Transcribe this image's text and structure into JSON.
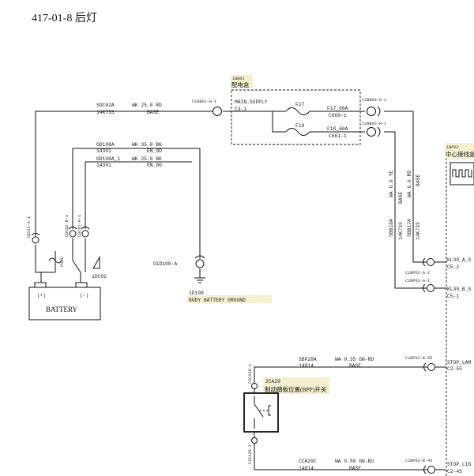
{
  "title": "417-01-8 后灯",
  "wires": {
    "sdc02a": {
      "name": "SDC02A",
      "spec": "WK  25.0  RD",
      "code": "14K733",
      "note": "BASE"
    },
    "gd108a": {
      "name": "GD108A",
      "spec": "WK  35.0  BK",
      "code": "14301",
      "note": "EN_0D"
    },
    "gd108a1": {
      "name": "GD108A_1",
      "spec": "WK  25.0  BK",
      "code": "14301",
      "note": "EN_0G"
    },
    "sbp28a": {
      "name": "SBP28A",
      "spec": "WA    0.35  GN-RD",
      "code": "14014",
      "note": "BASE"
    },
    "cca29c": {
      "name": "CCA29C",
      "spec": "WA  0.50  GN-BU",
      "code": "14014",
      "note": "BASE"
    },
    "v_ye": {
      "spec": "WA 6.0 YE",
      "name": "SBB18A",
      "code": "14K733",
      "note": "BASE"
    },
    "v_rd": {
      "spec": "WA 6.0 RD",
      "name": "SBB17A",
      "code": "14K733",
      "note": "BASE"
    }
  },
  "components": {
    "fusebox": {
      "id": "1BB01",
      "label": "配电盒",
      "main": "MAIN_SUPPLY",
      "pin": "C3-1"
    },
    "f17": {
      "name": "F17",
      "rating": "F17_60A",
      "pin": "C660-1"
    },
    "f18": {
      "name": "F18",
      "rating": "F18_60A",
      "pin": "C661-1"
    },
    "junction": {
      "id": "1BP02",
      "label": "中心接线盒"
    },
    "ground": {
      "id": "1D108",
      "label": "BODY BATTERY GROUND",
      "connector": "G1D108-A"
    },
    "battery": {
      "label": "BATTERY",
      "pos": "(+)",
      "neg": "(-)",
      "fuse": "FUSE",
      "ref": "1DC02"
    },
    "switch": {
      "id": "2CA29",
      "label": "制动踏板位置(BPP)开关",
      "top_pin": "C2CA29-1",
      "bot_pin": "C2CA29-2"
    }
  },
  "connectors": {
    "c1bb01": "C1BB01-H-1",
    "c1bb03g": "C1BB03-G-1",
    "c1bb03h": "C1BB03-H-1",
    "c1bp02g2": "C1BP02-G-2",
    "c1bp02g1": "C1BP02-G-1",
    "c1bp02b55": "C1BP02-B-55",
    "c1bp02b45": "C1BP02-B-45",
    "cdc02a1": "CDC02-A-1",
    "cdc02b1": "CDC02-B-1",
    "cdc02a2": "CDC02-A-1"
  },
  "pins": {
    "kl30a": "KL30_A_S",
    "kl30a_pin": "C5-2",
    "kl30b": "KL30_B_S",
    "kl30b_pin": "C5-1",
    "stop_lamp": "STOP_LAM",
    "stop_lamp_pin": "C2-55",
    "stop_light": "STOP_LIG",
    "stop_light_pin": "C2-45"
  }
}
